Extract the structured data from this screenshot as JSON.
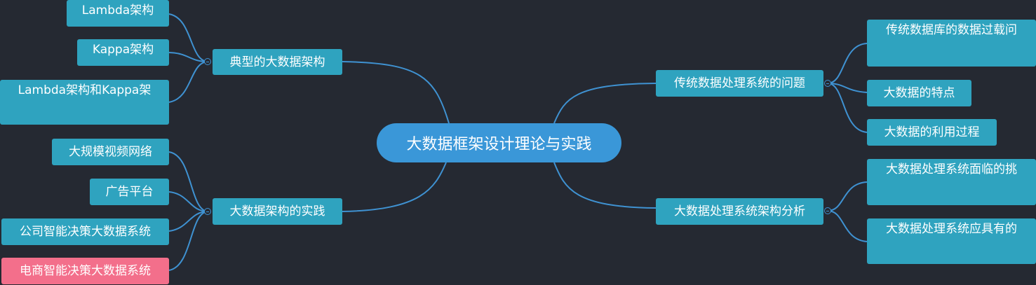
{
  "center": {
    "label": "大数据框架设计理论与实践"
  },
  "branches": {
    "typical": {
      "label": "典型的大数据架构",
      "children": [
        "Lambda架构",
        "Kappa架构",
        "Lambda架构和Kappa架"
      ]
    },
    "practice": {
      "label": "大数据架构的实践",
      "children": [
        "大规模视频网络",
        "广告平台",
        "公司智能决策大数据系统",
        "电商智能决策大数据系统"
      ]
    },
    "problems": {
      "label": "传统数据处理系统的问题",
      "children": [
        "传统数据库的数据过载问",
        "大数据的特点",
        "大数据的利用过程"
      ]
    },
    "analysis": {
      "label": "大数据处理系统架构分析",
      "children": [
        "大数据处理系统面临的挑",
        "大数据处理系统应具有的"
      ]
    }
  },
  "colors": {
    "background": "#252932",
    "center": "#3a97d8",
    "node": "#2fa3bf",
    "highlight": "#f36f8b",
    "connector": "#3f92d2"
  }
}
